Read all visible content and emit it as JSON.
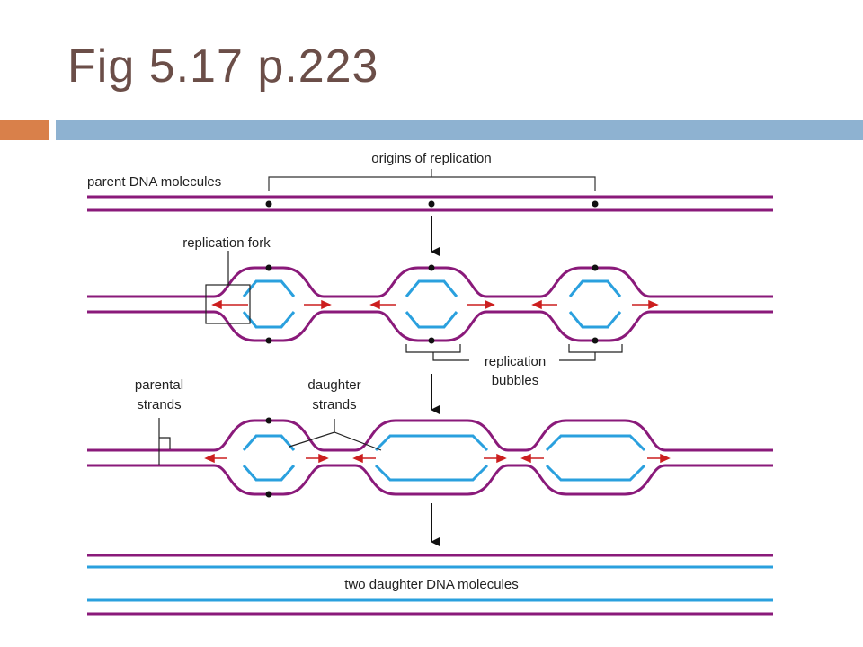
{
  "title": "Fig 5.17 p.223",
  "colors": {
    "accent_orange": "#d9804a",
    "accent_blue": "#8eb2d1",
    "parental_strand": "#8a1a7a",
    "daughter_strand": "#2aa0de",
    "fork_arrow": "#cc1f1f",
    "title_text": "#6b4e48"
  },
  "labels": {
    "origins": "origins of replication",
    "parent_molecules": "parent DNA molecules",
    "replication_fork": "replication fork",
    "replication_bubbles_1": "replication",
    "replication_bubbles_2": "bubbles",
    "parental_strands_1": "parental",
    "parental_strands_2": "strands",
    "daughter_strands_1": "daughter",
    "daughter_strands_2": "strands",
    "two_daughter": "two daughter DNA molecules"
  }
}
